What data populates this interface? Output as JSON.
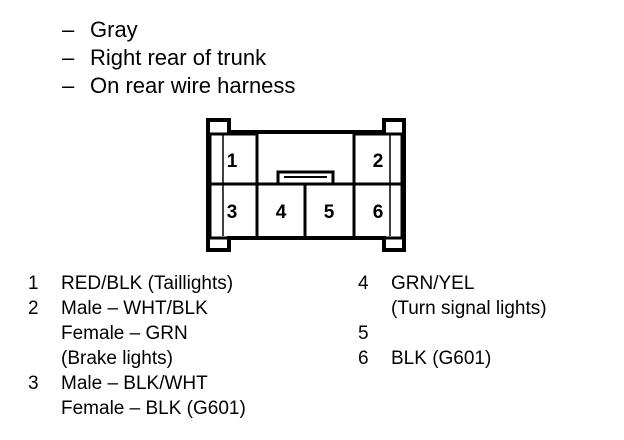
{
  "header": {
    "lines": [
      {
        "dash": "–",
        "text": "Gray"
      },
      {
        "dash": "–",
        "text": "Right rear of trunk"
      },
      {
        "dash": "–",
        "text": "On rear wire harness"
      }
    ]
  },
  "connector": {
    "pins": [
      "1",
      "2",
      "3",
      "4",
      "5",
      "6"
    ]
  },
  "legend": {
    "left": [
      {
        "num": "1",
        "lines": [
          "RED/BLK (Taillights)"
        ]
      },
      {
        "num": "2",
        "lines": [
          "Male – WHT/BLK",
          "Female – GRN",
          "(Brake lights)"
        ]
      },
      {
        "num": "3",
        "lines": [
          "Male – BLK/WHT",
          "Female – BLK (G601)"
        ]
      }
    ],
    "right": [
      {
        "num": "4",
        "lines": [
          "GRN/YEL",
          "(Turn signal lights)"
        ]
      },
      {
        "num": "5",
        "lines": [
          ""
        ]
      },
      {
        "num": "6",
        "lines": [
          "BLK (G601)"
        ]
      }
    ]
  }
}
